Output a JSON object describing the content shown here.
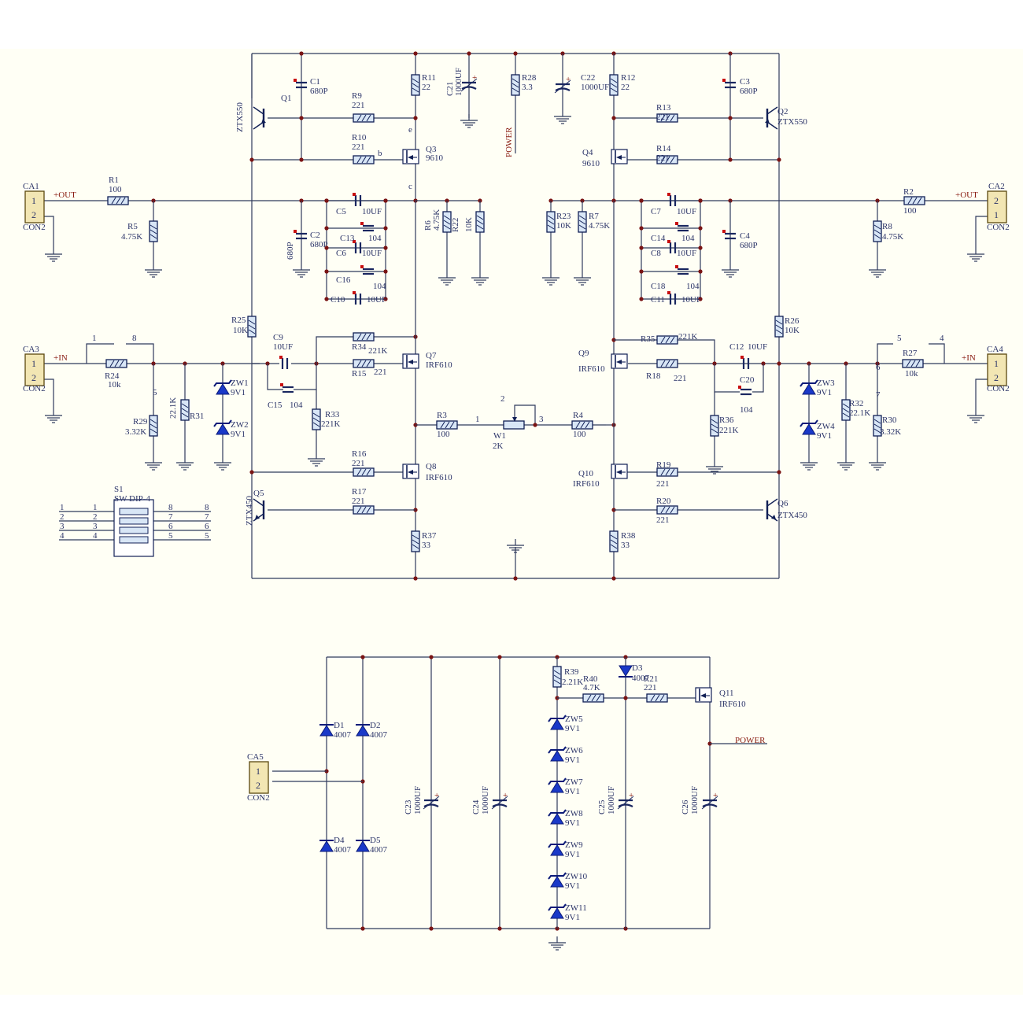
{
  "labels": {
    "R1": [
      "R1",
      "100"
    ],
    "R2": [
      "R2",
      "100"
    ],
    "R3": [
      "R3",
      "100"
    ],
    "R4": [
      "R4",
      "100"
    ],
    "R5": [
      "R5",
      "4.75K"
    ],
    "R6": [
      "R6",
      "4.75K"
    ],
    "R7": [
      "R7",
      "4.75K"
    ],
    "R8": [
      "R8",
      "4.75K"
    ],
    "R9": [
      "R9",
      "221"
    ],
    "R10": [
      "R10",
      "221"
    ],
    "R11": [
      "R11",
      "22"
    ],
    "R12": [
      "R12",
      "22"
    ],
    "R13": [
      "R13",
      "221"
    ],
    "R14": [
      "R14",
      "221"
    ],
    "R15": [
      "R15",
      "221"
    ],
    "R16": [
      "R16",
      "221"
    ],
    "R17": [
      "R17",
      "221"
    ],
    "R18": [
      "R18",
      "221"
    ],
    "R19": [
      "R19",
      "221"
    ],
    "R20": [
      "R20",
      "221"
    ],
    "R21": [
      "R21",
      "221"
    ],
    "R22": [
      "R22",
      "10K"
    ],
    "R23": [
      "R23",
      "10K"
    ],
    "R24": [
      "R24",
      "10k"
    ],
    "R25": [
      "R25",
      "10K"
    ],
    "R26": [
      "R26",
      "10K"
    ],
    "R27": [
      "R27",
      "10k"
    ],
    "R28": [
      "R28",
      "3.3"
    ],
    "R29": [
      "R29",
      "3.32K"
    ],
    "R30": [
      "R30",
      "3.32K"
    ],
    "R31": [
      "22.1K",
      "R31"
    ],
    "R32": [
      "R32",
      "22.1K"
    ],
    "R33": [
      "R33",
      "221K"
    ],
    "R34": [
      "R34",
      "221K"
    ],
    "R35": [
      "R35",
      "221K"
    ],
    "R36": [
      "R36",
      "221K"
    ],
    "R37": [
      "R37",
      "33"
    ],
    "R38": [
      "R38",
      "33"
    ],
    "R39": [
      "R39",
      "2.21K"
    ],
    "R40": [
      "R40",
      "4.7K"
    ],
    "C1": [
      "C1",
      "680P"
    ],
    "C2": [
      "C2",
      "680P"
    ],
    "C3": [
      "C3",
      "680P"
    ],
    "C4": [
      "C4",
      "680P"
    ],
    "C5": [
      "C5",
      "10UF"
    ],
    "C6": [
      "C6",
      "10UF"
    ],
    "C7": [
      "C7",
      "10UF"
    ],
    "C8": [
      "C8",
      "10UF"
    ],
    "C9": [
      "C9",
      "10UF"
    ],
    "C10": [
      "C10",
      "10UF"
    ],
    "C11": [
      "C11",
      "10UF"
    ],
    "C12": [
      "C12",
      "10UF"
    ],
    "C13": [
      "C13",
      "104"
    ],
    "C14": [
      "C14",
      "104"
    ],
    "C15": [
      "C15",
      "104"
    ],
    "C16": [
      "C16",
      "104"
    ],
    "C18": [
      "C18",
      "104"
    ],
    "C20": [
      "C20",
      "104"
    ],
    "C21": [
      "C21",
      "1000UF"
    ],
    "C22": [
      "C22",
      "1000UF"
    ],
    "C23": [
      "C23",
      "1000UF"
    ],
    "C24": [
      "C24",
      "1000UF"
    ],
    "C25": [
      "C25",
      "1000UF"
    ],
    "C26": [
      "C26",
      "1000UF"
    ],
    "Q1": [
      "Q1",
      "ZTX550"
    ],
    "Q2": [
      "Q2",
      "ZTX550"
    ],
    "Q3": [
      "Q3",
      "9610"
    ],
    "Q4": [
      "Q4",
      "9610"
    ],
    "Q5": [
      "Q5",
      "ZTX450"
    ],
    "Q6": [
      "Q6",
      "ZTX450"
    ],
    "Q7": [
      "Q7",
      "IRF610"
    ],
    "Q8": [
      "Q8",
      "IRF610"
    ],
    "Q9": [
      "Q9",
      "IRF610"
    ],
    "Q10": [
      "Q10",
      "IRF610"
    ],
    "Q11": [
      "Q11",
      "IRF610"
    ],
    "ZW1": [
      "ZW1",
      "9V1"
    ],
    "ZW2": [
      "ZW2",
      "9V1"
    ],
    "ZW3": [
      "ZW3",
      "9V1"
    ],
    "ZW4": [
      "ZW4",
      "9V1"
    ],
    "ZW5": [
      "ZW5",
      "9V1"
    ],
    "ZW6": [
      "ZW6",
      "9V1"
    ],
    "ZW7": [
      "ZW7",
      "9V1"
    ],
    "ZW8": [
      "ZW8",
      "9V1"
    ],
    "ZW9": [
      "ZW9",
      "9V1"
    ],
    "ZW10": [
      "ZW10",
      "9V1"
    ],
    "ZW11": [
      "ZW11",
      "9V1"
    ],
    "D1": [
      "D1",
      "4007"
    ],
    "D2": [
      "D2",
      "4007"
    ],
    "D3": [
      "D3",
      "4007"
    ],
    "D4": [
      "D4",
      "4007"
    ],
    "D5": [
      "D5",
      "4007"
    ],
    "W1": [
      "W1",
      "2K"
    ],
    "S1": [
      "S1",
      "SW DIP-4"
    ],
    "CA1": [
      "CA1",
      "CON2"
    ],
    "CA2": [
      "CA2",
      "CON2"
    ],
    "CA3": [
      "CA3",
      "CON2"
    ],
    "CA4": [
      "CA4",
      "CON2"
    ],
    "CA5": [
      "CA5",
      "CON2"
    ]
  },
  "connector_pins": {
    "CA1": [
      "1",
      "2"
    ],
    "CA2": [
      "2",
      "1"
    ],
    "CA3": [
      "1",
      "2"
    ],
    "CA4": [
      "1",
      "2"
    ],
    "CA5": [
      "1",
      "2"
    ]
  },
  "nets": {
    "out_left": "+OUT",
    "out_right": "+OUT",
    "in_left": "+IN",
    "in_right": "+IN",
    "power_top": "POWER",
    "power_supply": "POWER"
  },
  "pin_numbers": [
    "1",
    "8",
    "5",
    "4",
    "2",
    "1",
    "3",
    "7",
    "6",
    "e",
    "b",
    "c"
  ],
  "dip_pins_left": [
    "1",
    "2",
    "3",
    "4"
  ],
  "dip_pins_right": [
    "8",
    "7",
    "6",
    "5"
  ]
}
